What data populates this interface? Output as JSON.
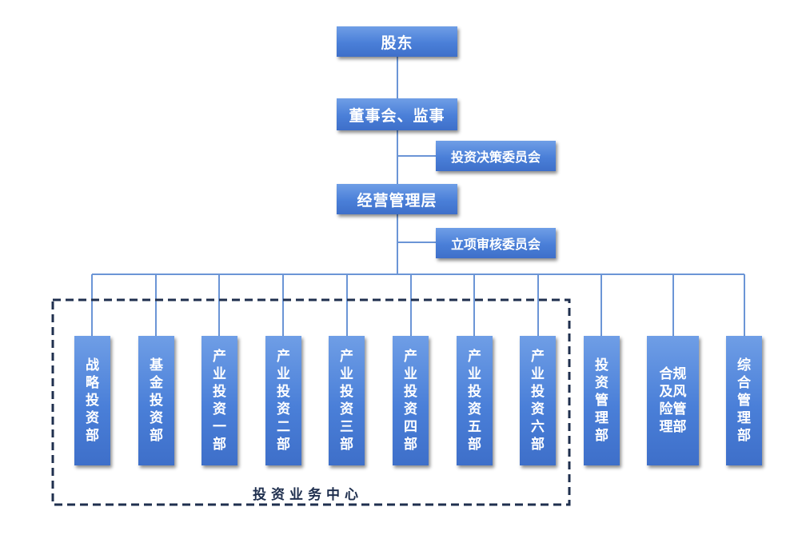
{
  "diagram": {
    "top_nodes": {
      "shareholders": "股东",
      "board": "董事会、监事",
      "investment_committee": "投资决策委员会",
      "management": "经营管理层",
      "project_committee": "立项审核委员会"
    },
    "departments": [
      "战略投资部",
      "基金投资部",
      "产业投资一部",
      "产业投资二部",
      "产业投资三部",
      "产业投资四部",
      "产业投资五部",
      "产业投资六部",
      "投资管理部",
      "合规及风险管理部",
      "综合管理部"
    ],
    "group_label": "投资业务中心",
    "colors": {
      "node_fill": "#4a7fd8",
      "node_text": "#ffffff",
      "connector": "#6b95d6",
      "group_border": "#1f2f4e"
    }
  }
}
